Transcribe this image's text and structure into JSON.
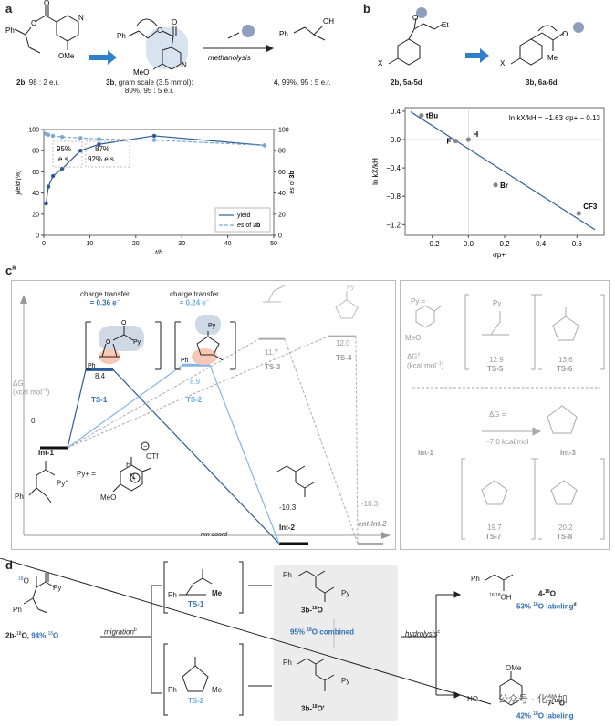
{
  "panel_labels": {
    "a": "a",
    "b": "b",
    "c": "c",
    "c_sup": "a",
    "d": "d"
  },
  "panel_a": {
    "cmpd_2b": "2b",
    "cmpd_2b_er": ", 98 : 2 e.r.",
    "ome_2b": "OMe",
    "ph_2b": "Ph",
    "ome_3b": "MeO",
    "ph_3b": "Ph",
    "cmpd_3b": "3b",
    "cmpd_3b_desc": ", gram scale (3.5 mmol):",
    "cmpd_3b_yield": "80%, 95 : 5 e.r.",
    "methanolysis": "methanolysis",
    "ph_4": "Ph",
    "oh_4": "OH",
    "cmpd_4": "4",
    "cmpd_4_yield": ", 99%, 95 : 5 e.r.",
    "ann1_line1": "95%",
    "ann1_line2": "e.s.",
    "ann2_line1": "87%",
    "ann2_line2": "92% e.s."
  },
  "chart_data": [
    {
      "type": "line",
      "xlabel": "t/h",
      "ylabel_left": "yield (%)",
      "ylabel_right_pre": "es",
      "ylabel_right_mid": " of ",
      "ylabel_right_bold": "3b",
      "xlim": [
        0,
        50
      ],
      "ylim": [
        0,
        100
      ],
      "ylim_right": [
        0,
        100
      ],
      "x_ticks": [
        0,
        10,
        20,
        30,
        40,
        50
      ],
      "y_ticks": [
        0,
        20,
        40,
        60,
        80,
        100
      ],
      "y_ticks_right": [
        0,
        20,
        40,
        60,
        80,
        100
      ],
      "legend_position": "bottom-right",
      "legend": [
        {
          "label": "yield",
          "style": "solid"
        },
        {
          "label_pre": "es",
          "label_mid": " of ",
          "label_bold": "3b",
          "style": "dashed"
        }
      ],
      "series": [
        {
          "name": "yield",
          "style": "solid",
          "color": "#2e5c99",
          "x": [
            0.5,
            1,
            2,
            4,
            8,
            12,
            24,
            48
          ],
          "y": [
            30,
            46,
            56,
            63,
            80,
            86,
            94,
            85
          ]
        },
        {
          "name": "es of 3b",
          "style": "dashed",
          "color": "#7aa9d4",
          "x": [
            0.5,
            1,
            2,
            4,
            8,
            12,
            24,
            48
          ],
          "y": [
            96,
            95,
            94,
            93,
            92,
            91,
            90,
            85
          ]
        }
      ]
    },
    {
      "type": "scatter",
      "xlabel": "σp+",
      "ylabel": "ln kX/kH",
      "xlim": [
        -0.35,
        0.75
      ],
      "ylim": [
        -1.35,
        0.45
      ],
      "x_ticks": [
        -0.2,
        0.0,
        0.2,
        0.4,
        0.6
      ],
      "x_tick_labels": [
        "−0.2",
        "0.0",
        "0.2",
        "0.4",
        "0.6"
      ],
      "y_ticks": [
        0.4,
        0.0,
        -0.4,
        -0.8,
        -1.2
      ],
      "y_tick_labels": [
        "0.4",
        "0.0",
        "−0.4",
        "−0.8",
        "−1.2"
      ],
      "equation": "ln kX/kH = −1.63 σp+ − 0.13",
      "fit": {
        "slope": -1.63,
        "intercept": -0.13,
        "x0": -0.32,
        "x1": 0.7
      },
      "points": [
        {
          "label": "tBu",
          "x": -0.26,
          "y": 0.34
        },
        {
          "label": "F",
          "x": -0.07,
          "y": -0.02
        },
        {
          "label": "H",
          "x": 0.0,
          "y": 0.0
        },
        {
          "label": "Br",
          "x": 0.15,
          "y": -0.64
        },
        {
          "label": "CF3",
          "x": 0.61,
          "y": -1.04
        }
      ]
    }
  ],
  "panel_b": {
    "left_cmpd": "2b, 5a-5d",
    "right_cmpd": "3b, 6a-6d",
    "x_sub": "X",
    "et": "Et",
    "me": "Me"
  },
  "panel_c": {
    "ct1_title": "charge transfer",
    "ct1_value": "= 0.36 e",
    "ct2_title": "charge transfer",
    "ct2_value": "= 0.24 e",
    "dg_label": "ΔG",
    "dg_unit": "(kcal mol",
    "rxn_coord": "rxn coord",
    "levels": {
      "int1": {
        "value": "0",
        "name": "Int-1"
      },
      "ts1": {
        "value": "8.4",
        "name": "TS-1"
      },
      "ts2": {
        "value": "8.9",
        "name": "TS-2"
      },
      "ts3": {
        "value": "11.7",
        "name": "TS-3"
      },
      "ts4": {
        "value": "12.0",
        "name": "TS-4"
      },
      "int2": {
        "value": "-10.3",
        "name": "Int-2"
      },
      "entint2": {
        "value": "-10.3",
        "name": "ent-Int-2"
      }
    },
    "pyplus_def": "Py+ =",
    "otf": "OTf",
    "h": "H",
    "n_plus": "N",
    "meo": "MeO",
    "py_plus": "Py",
    "ph": "Ph",
    "right": {
      "py_eq": "Py =",
      "dg_dagger": "ΔG",
      "dg_unit": "(kcal mol",
      "ts5_val": "12.9",
      "ts5": "TS-5",
      "ts6_val": "13.6",
      "ts6": "TS-6",
      "int1": "Int-1",
      "int3": "Int-3",
      "dg_eq": "ΔG =",
      "dg_eq_val": "~7.0 kcal/mol",
      "ts7_val": "19.7",
      "ts7": "TS-7",
      "ts8_val": "20.2",
      "ts8": "TS-8",
      "meo": "MeO"
    }
  },
  "panel_d": {
    "start_cmpd": "2b-",
    "start_iso": "18",
    "start_o": "O, ",
    "start_pct": "94% ",
    "start_iso2": "18",
    "start_o2": "O",
    "migration": "migration",
    "migration_sup": "b",
    "ts1": "TS-1",
    "ts2": "TS-2",
    "me": "Me",
    "ph": "Ph",
    "py": "Py",
    "combined_pct": "95% ",
    "combined_label": "O combined",
    "p3b_1": "3b-",
    "p3b_1_iso": "18",
    "p3b_1_o": "O",
    "p3b_2": "3b-",
    "p3b_2_iso": "18",
    "p3b_2_o": "O'",
    "hydrolysis": "hydrolysis",
    "hydrolysis_sup": "c",
    "prod4": "4-",
    "prod4_iso": "18",
    "prod4_o": "O",
    "prod4_lab": "53% ",
    "prod4_lab2": "O labeling",
    "prod4_lab_sup": "d",
    "oh_iso": "16/18",
    "oh": "OH",
    "prod7": "7-",
    "prod7_iso": "18",
    "prod7_o": "O",
    "prod7_lab": "42% ",
    "prod7_lab2": "O labeling",
    "ome": "OMe",
    "ho": "HO",
    "watermark": "公众号 · 化学加"
  },
  "colors": {
    "dark_blue": "#2e5c99",
    "light_blue": "#7fb6e6",
    "accent_blue": "#2e6fb5",
    "gray": "#aaaaaa",
    "orange": "#f5c4b3"
  }
}
